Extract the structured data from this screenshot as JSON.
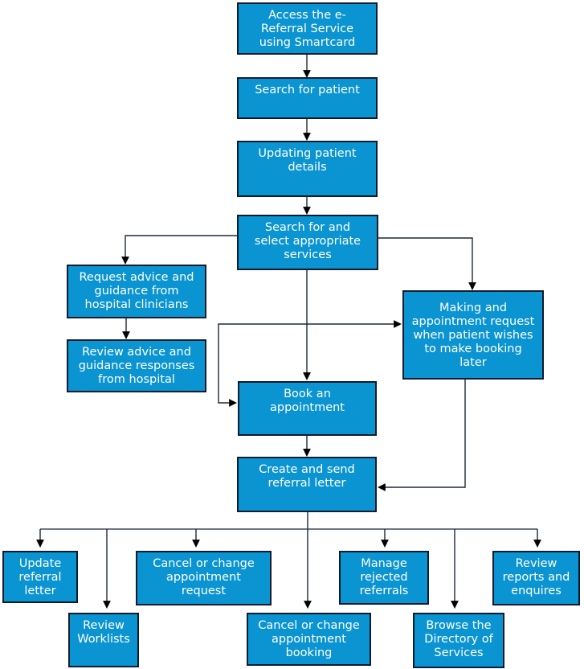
{
  "diagram": {
    "type": "flowchart",
    "colors": {
      "node_fill": "#0b94d2",
      "node_border": "#0c1c2e",
      "node_text": "#ffffff",
      "connector": "#1b2a3a",
      "bus_line": "#6e7787",
      "arrowhead": "#000000"
    }
  },
  "nodes": [
    {
      "id": "access-e-referral",
      "label": "Access the e-\nReferral Service\nusing Smartcard"
    },
    {
      "id": "search-for-patient",
      "label": "Search for patient"
    },
    {
      "id": "updating-patient-details",
      "label": "Updating patient\ndetails"
    },
    {
      "id": "search-select-services",
      "label": "Search for and\nselect appropriate\nservices"
    },
    {
      "id": "request-advice-guidance",
      "label": "Request advice and\nguidance from\nhospital clinicians"
    },
    {
      "id": "review-advice-guidance",
      "label": "Review advice and\nguidance responses\nfrom hospital"
    },
    {
      "id": "making-appointment-request",
      "label": "Making and\nappointment request\nwhen patient wishes\nto make booking\nlater"
    },
    {
      "id": "book-appointment",
      "label": "Book an\nappointment"
    },
    {
      "id": "create-send-referral-letter",
      "label": "Create and send\nreferral letter"
    },
    {
      "id": "update-referral-letter",
      "label": "Update\nreferral\nletter"
    },
    {
      "id": "review-worklists",
      "label": "Review\nWorklists"
    },
    {
      "id": "cancel-change-appointment-request",
      "label": "Cancel or change\nappointment\nrequest"
    },
    {
      "id": "cancel-change-appointment-booking",
      "label": "Cancel or change\nappointment\nbooking"
    },
    {
      "id": "manage-rejected-referrals",
      "label": "Manage\nrejected\nreferrals"
    },
    {
      "id": "browse-directory-of-services",
      "label": "Browse the\nDirectory of\nServices"
    },
    {
      "id": "review-reports-enquires",
      "label": "Review\nreports and\nenquires"
    }
  ]
}
